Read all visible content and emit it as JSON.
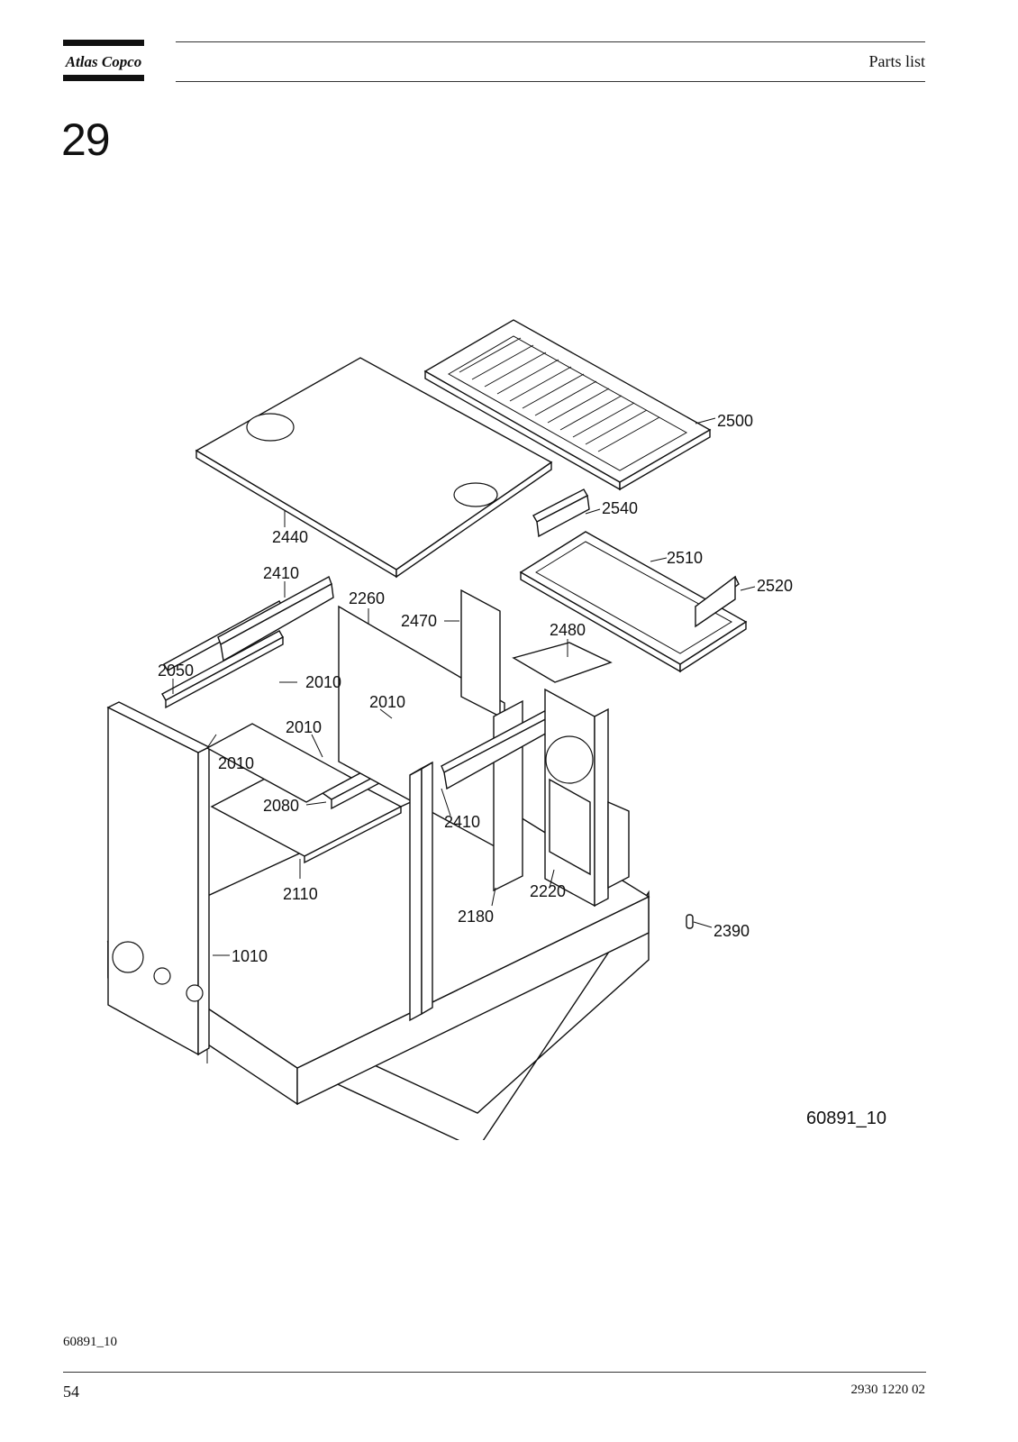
{
  "header": {
    "brand": "Atlas Copco",
    "title": "Parts list"
  },
  "section": {
    "number": "29"
  },
  "drawing": {
    "figure_id": "60891_10",
    "callouts": [
      {
        "id": "c2500",
        "label": "2500"
      },
      {
        "id": "c2440",
        "label": "2440"
      },
      {
        "id": "c2540",
        "label": "2540"
      },
      {
        "id": "c2510",
        "label": "2510"
      },
      {
        "id": "c2520",
        "label": "2520"
      },
      {
        "id": "c2410a",
        "label": "2410"
      },
      {
        "id": "c2260",
        "label": "2260"
      },
      {
        "id": "c2470",
        "label": "2470"
      },
      {
        "id": "c2480",
        "label": "2480"
      },
      {
        "id": "c2050",
        "label": "2050"
      },
      {
        "id": "c2010a",
        "label": "2010"
      },
      {
        "id": "c2010b",
        "label": "2010"
      },
      {
        "id": "c2010c",
        "label": "2010"
      },
      {
        "id": "c2010d",
        "label": "2010"
      },
      {
        "id": "c2080",
        "label": "2080"
      },
      {
        "id": "c2410b",
        "label": "2410"
      },
      {
        "id": "c2110",
        "label": "2110"
      },
      {
        "id": "c2220",
        "label": "2220"
      },
      {
        "id": "c2180",
        "label": "2180"
      },
      {
        "id": "c2390",
        "label": "2390"
      },
      {
        "id": "c1010",
        "label": "1010"
      }
    ]
  },
  "footer": {
    "figure_ref": "60891_10",
    "page_number": "54",
    "document_number": "2930 1220 02"
  }
}
